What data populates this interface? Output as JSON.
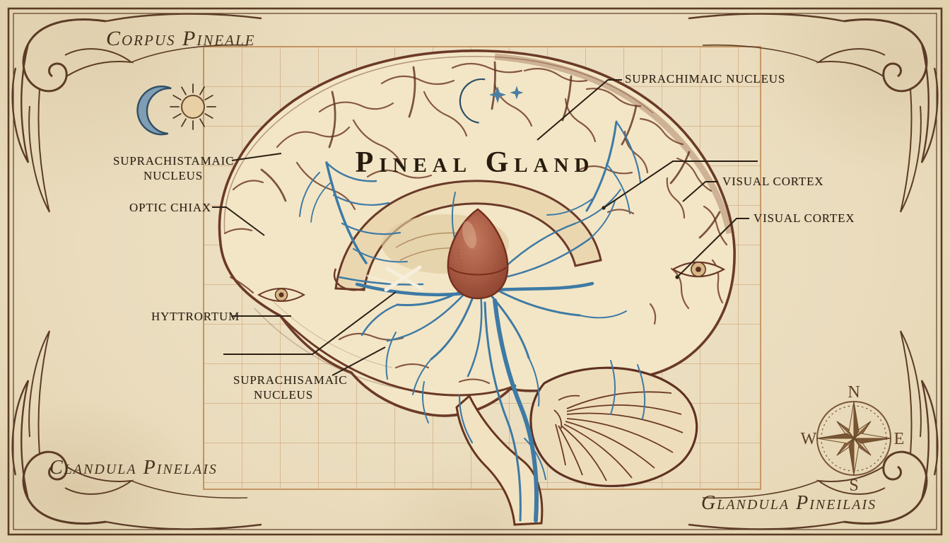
{
  "title": "Pineal Gland",
  "corner_texts": {
    "top_left": "Corpus Pineale",
    "bottom_left": "Clandula Pinelais",
    "bottom_right": "Glandula Pineilais"
  },
  "labels": {
    "suprachimaic": "SUPRACHIMAIC NUCLEUS",
    "visual_cortex_1": "VISUAL CORTEX",
    "visual_cortex_2": "VISUAL CORTEX",
    "suprachistamaic": "SUPRACHISTAMAIC\nNUCLEUS",
    "optic_chiax": "OPTIC CHIAX",
    "hyttrortum": "HYTTRORTUM",
    "suprachisamaic": "SUPRACHISAMAIC\nNUCLEUS"
  },
  "compass": {
    "n": "N",
    "e": "E",
    "s": "S",
    "w": "W"
  },
  "icons": {
    "moon": "crescent-moon",
    "sun": "radiant-sun",
    "crescent_stars": "crescent-moon-with-stars",
    "compass": "compass-rose"
  },
  "colors": {
    "paper": "#ebdfc3",
    "grid": "#c08a56",
    "ink": "#643722",
    "nerve": "#3e7aa5",
    "pineal": "#a85a43",
    "text": "#2b2014"
  }
}
